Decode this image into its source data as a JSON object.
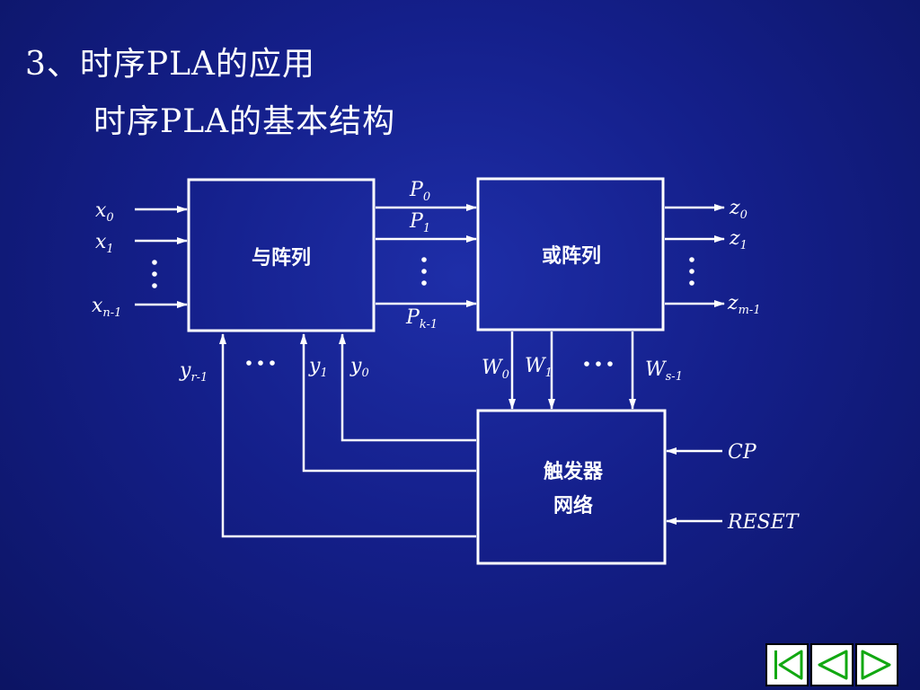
{
  "slide": {
    "title": "3、时序PLA的应用",
    "subtitle": "时序PLA的基本结构"
  },
  "blocks": {
    "and_array": "与阵列",
    "or_array": "或阵列",
    "flipflop_line1": "触发器",
    "flipflop_line2": "网络"
  },
  "inputs": [
    {
      "base": "x",
      "sub": "0"
    },
    {
      "base": "x",
      "sub": "1"
    },
    {
      "base": "x",
      "sub": "n-1"
    }
  ],
  "products": [
    {
      "base": "P",
      "sub": "0"
    },
    {
      "base": "P",
      "sub": "1"
    },
    {
      "base": "P",
      "sub": "k-1"
    }
  ],
  "outputs": [
    {
      "base": "z",
      "sub": "0"
    },
    {
      "base": "z",
      "sub": "1"
    },
    {
      "base": "z",
      "sub": "m-1"
    }
  ],
  "excitations": [
    {
      "base": "W",
      "sub": "0"
    },
    {
      "base": "W",
      "sub": "1"
    },
    {
      "base": "W",
      "sub": "s-1"
    }
  ],
  "states": [
    {
      "base": "y",
      "sub": "r-1"
    },
    {
      "base": "y",
      "sub": "1"
    },
    {
      "base": "y",
      "sub": "0"
    }
  ],
  "controls": {
    "clock": "CP",
    "reset": "RESET"
  },
  "ellipsis": "…",
  "colors": {
    "background": "#141f8a",
    "foreground": "#ffffff",
    "nav_icon": "#11a811"
  },
  "nav": [
    {
      "icon": "first-slide-icon"
    },
    {
      "icon": "previous-slide-icon"
    },
    {
      "icon": "next-slide-icon"
    }
  ]
}
